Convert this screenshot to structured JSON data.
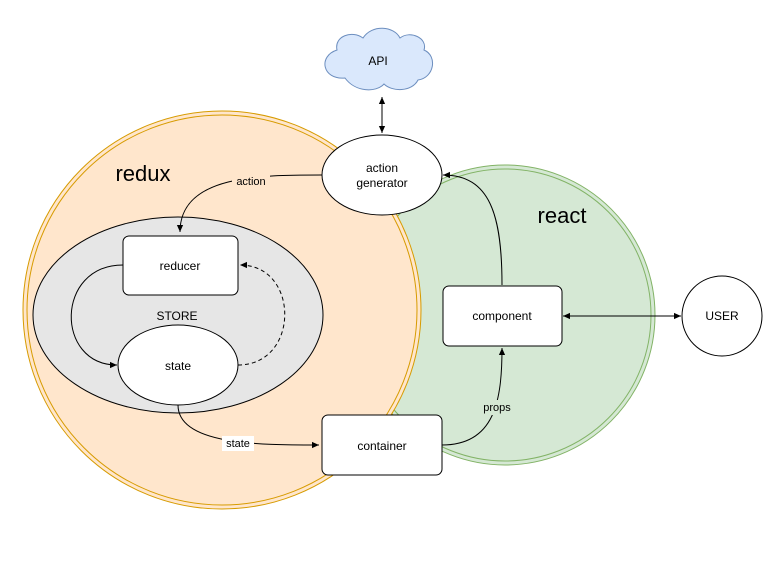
{
  "regions": {
    "redux": {
      "label": "redux",
      "fill": "#ffe6cc",
      "stroke": "#d79b00"
    },
    "react": {
      "label": "react",
      "fill": "#d5e8d4",
      "stroke": "#82b366"
    },
    "store": {
      "label": "STORE",
      "fill": "#e6e6e6",
      "stroke": "#000000"
    }
  },
  "nodes": {
    "api": {
      "label": "API",
      "fill": "#dae8fc",
      "stroke": "#6c8ebf",
      "icon": "cloud-icon"
    },
    "action_generator": {
      "line1": "action",
      "line2": "generator"
    },
    "reducer": {
      "label": "reducer"
    },
    "state": {
      "label": "state"
    },
    "container": {
      "label": "container"
    },
    "component": {
      "label": "component"
    },
    "user": {
      "label": "USER"
    }
  },
  "edges": {
    "action": "action",
    "state_to_container": "state",
    "props": "props"
  }
}
